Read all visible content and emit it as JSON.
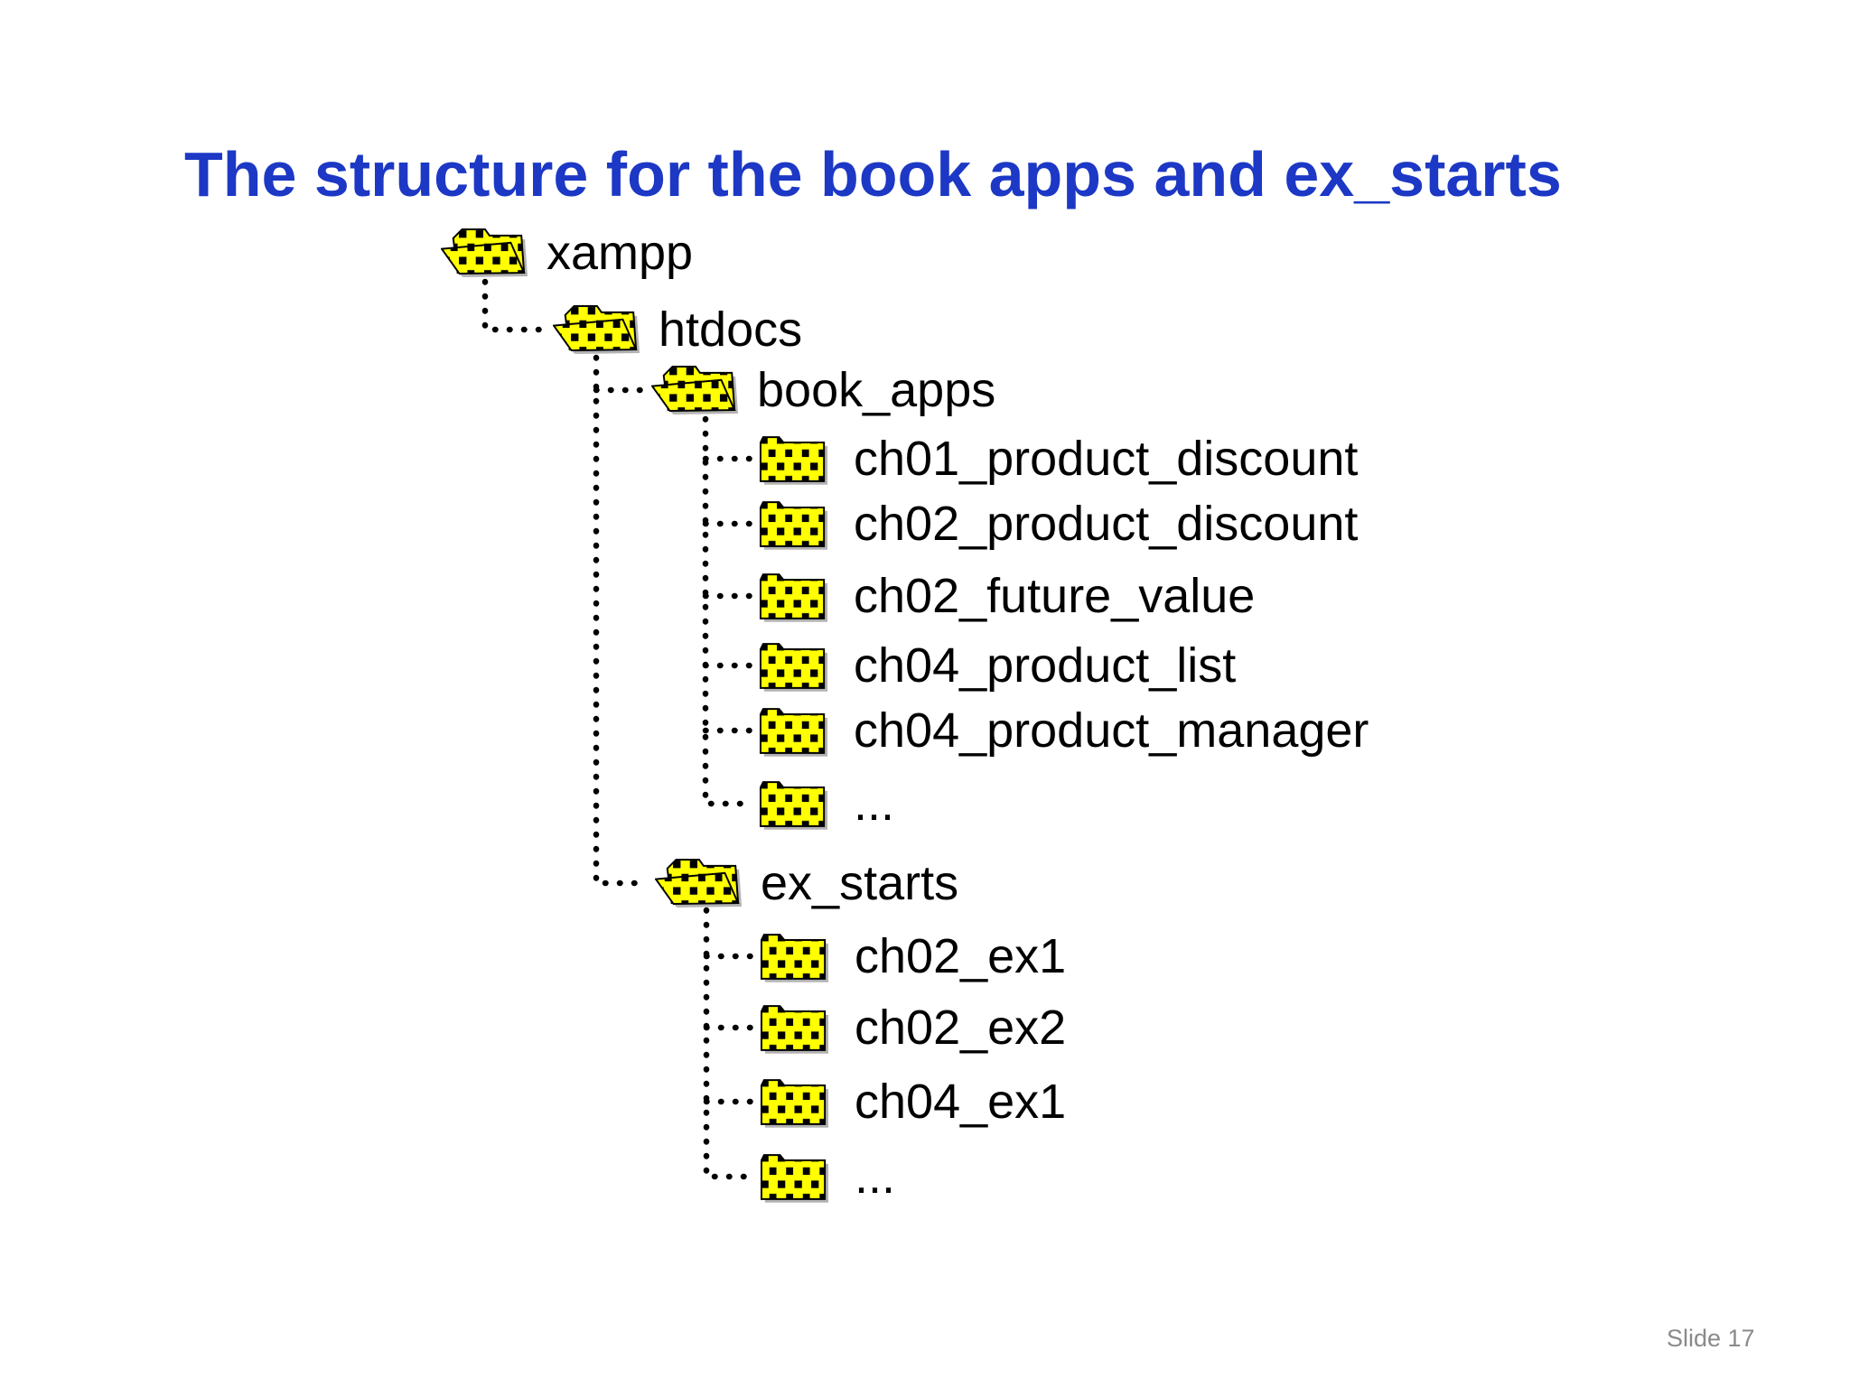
{
  "title": "The structure for the book apps and ex_starts",
  "slide_number": "Slide 17",
  "colors": {
    "title_blue": "#1c38c5",
    "label_black": "#000000",
    "folder_yellow": "#ffff00",
    "folder_dither_black": "#000000",
    "folder_shadow_gray": "#b3b3b3",
    "connector_black": "#000000",
    "slide_number_gray": "#8a8a8a",
    "background": "#ffffff"
  },
  "tree": {
    "rows": [
      {
        "label": "xampp",
        "icon": "open-folder",
        "level": 0,
        "parent": null
      },
      {
        "label": "htdocs",
        "icon": "open-folder",
        "level": 1,
        "parent": "xampp"
      },
      {
        "label": "book_apps",
        "icon": "open-folder",
        "level": 2,
        "parent": "htdocs"
      },
      {
        "label": "ch01_product_discount",
        "icon": "closed-folder",
        "level": 3,
        "parent": "book_apps"
      },
      {
        "label": "ch02_product_discount",
        "icon": "closed-folder",
        "level": 3,
        "parent": "book_apps"
      },
      {
        "label": "ch02_future_value",
        "icon": "closed-folder",
        "level": 3,
        "parent": "book_apps"
      },
      {
        "label": "ch04_product_list",
        "icon": "closed-folder",
        "level": 3,
        "parent": "book_apps"
      },
      {
        "label": "ch04_product_manager",
        "icon": "closed-folder",
        "level": 3,
        "parent": "book_apps"
      },
      {
        "label": "...",
        "icon": "closed-folder",
        "level": 3,
        "parent": "book_apps"
      },
      {
        "label": "ex_starts",
        "icon": "open-folder",
        "level": 2,
        "parent": "htdocs"
      },
      {
        "label": "ch02_ex1",
        "icon": "closed-folder",
        "level": 3,
        "parent": "ex_starts"
      },
      {
        "label": "ch02_ex2",
        "icon": "closed-folder",
        "level": 3,
        "parent": "ex_starts"
      },
      {
        "label": "ch04_ex1",
        "icon": "closed-folder",
        "level": 3,
        "parent": "ex_starts"
      },
      {
        "label": "...",
        "icon": "closed-folder",
        "level": 3,
        "parent": "ex_starts"
      }
    ]
  }
}
